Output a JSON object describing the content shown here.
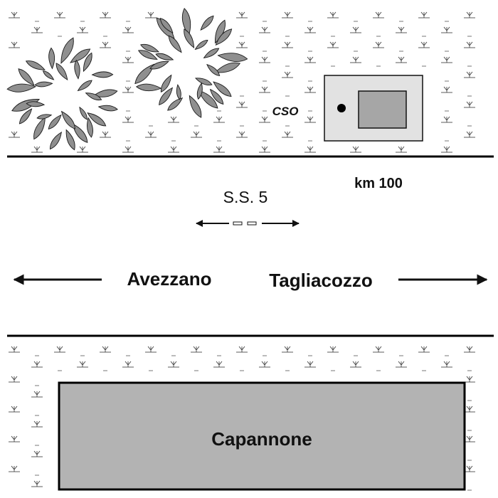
{
  "labels": {
    "cso": "CSO",
    "km": "km  100",
    "road": "S.S.  5",
    "avezzano": "Avezzano",
    "tagliacozzo": "Tagliacozzo",
    "capannone": "Capannone"
  },
  "colors": {
    "background": "#ffffff",
    "road_edge": "#000000",
    "hatch": "#333333",
    "leaf_fill": "#8f8f8f",
    "leaf_stroke": "#1a1a1a",
    "cso_outer": "#e2e2e2",
    "cso_inner": "#a6a6a6",
    "building_fill": "#b3b3b3",
    "text": "#111111"
  },
  "icons": {
    "trees": "tree-canopy-icon",
    "vegetation": "grass-tuft-icon",
    "cso_marker": "dot-marker-icon",
    "direction": "double-arrow-icon"
  }
}
